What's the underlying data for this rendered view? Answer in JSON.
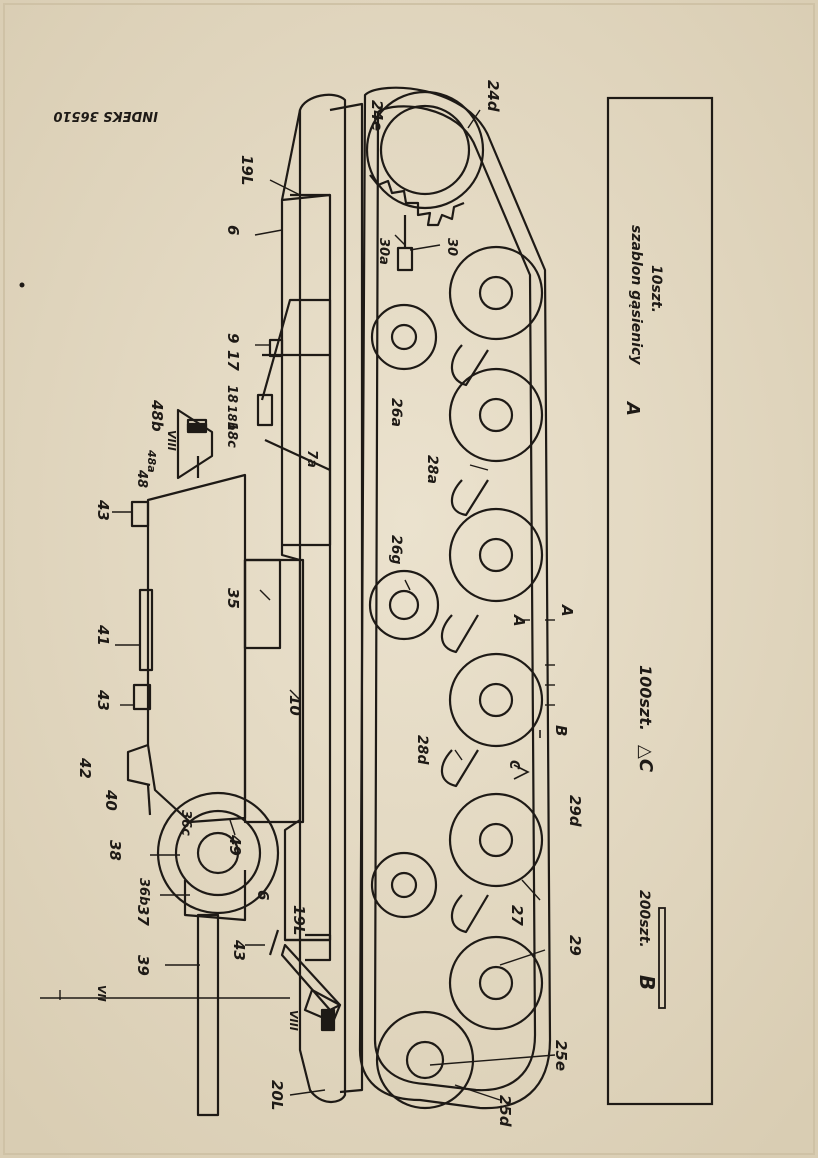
{
  "index_code": "INDEKS 36510",
  "legend": {
    "a_letter": "A",
    "a_caption": "szablon gąsienicy",
    "a_count": "10szt.",
    "b_letter": "B",
    "b_count": "200szt.",
    "c_label": "△C",
    "c_count": "100szt."
  },
  "part_labels": {
    "p24e": "24e",
    "p24d": "24d",
    "p30a": "30a",
    "p30": "30",
    "p19L_a": "19L",
    "p6_a": "6",
    "p9": "9",
    "p17": "17",
    "p7a": "7a",
    "p18c": "18c",
    "p18b": "18b",
    "p18": "18",
    "p48a": "48a",
    "p48b": "48b",
    "pVIII_a": "VIII",
    "p48": "48",
    "p43_a": "43",
    "p35": "35",
    "p41": "41",
    "p43_b": "43",
    "p10": "10",
    "p42": "42",
    "p40": "40",
    "p36c": "36c",
    "p49": "49",
    "p38": "38",
    "p36b": "36b",
    "p37": "37",
    "p39": "39",
    "p6_b": "6",
    "p19L_b": "19L",
    "p43_c": "43",
    "pVII": "VII",
    "pVIII_b": "VIII",
    "p20L": "20L",
    "p26a": "26a",
    "p28a": "28a",
    "p26g": "26g",
    "pA1": "A",
    "pA2": "A",
    "p28d": "28d",
    "pC": "C",
    "pB": "B",
    "p29d": "29d",
    "p27": "27",
    "p29": "29",
    "p25e": "25e",
    "p25d": "25d"
  }
}
